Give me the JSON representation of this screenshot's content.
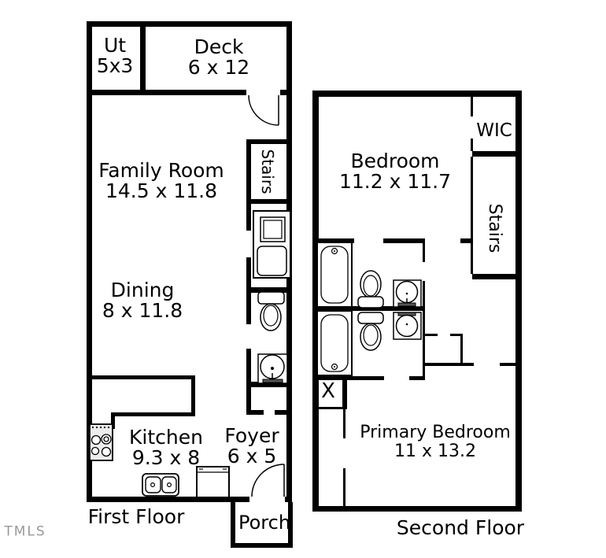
{
  "watermark": "TMLS",
  "first_floor": {
    "title": "First Floor",
    "rooms": {
      "ut": {
        "name": "Ut",
        "dims": "5x3"
      },
      "deck": {
        "name": "Deck",
        "dims": "6 x 12"
      },
      "family_room": {
        "name": "Family Room",
        "dims": "14.5 x 11.8"
      },
      "stairs": {
        "name": "Stairs"
      },
      "dining": {
        "name": "Dining",
        "dims": "8 x 11.8"
      },
      "kitchen": {
        "name": "Kitchen",
        "dims": "9.3 x 8"
      },
      "foyer": {
        "name": "Foyer",
        "dims": "6 x 5"
      },
      "porch": {
        "name": "Porch"
      }
    }
  },
  "second_floor": {
    "title": "Second Floor",
    "rooms": {
      "bedroom": {
        "name": "Bedroom",
        "dims": "11.2 x 11.7"
      },
      "wic": {
        "name": "WIC"
      },
      "stairs": {
        "name": "Stairs"
      },
      "closet_x": {
        "name": "X"
      },
      "primary_bedroom": {
        "name": "Primary Bedroom",
        "dims": "11 x 13.2"
      }
    }
  },
  "colors": {
    "wall": "#000000",
    "background": "#ffffff",
    "watermark_gray": "#999999"
  }
}
